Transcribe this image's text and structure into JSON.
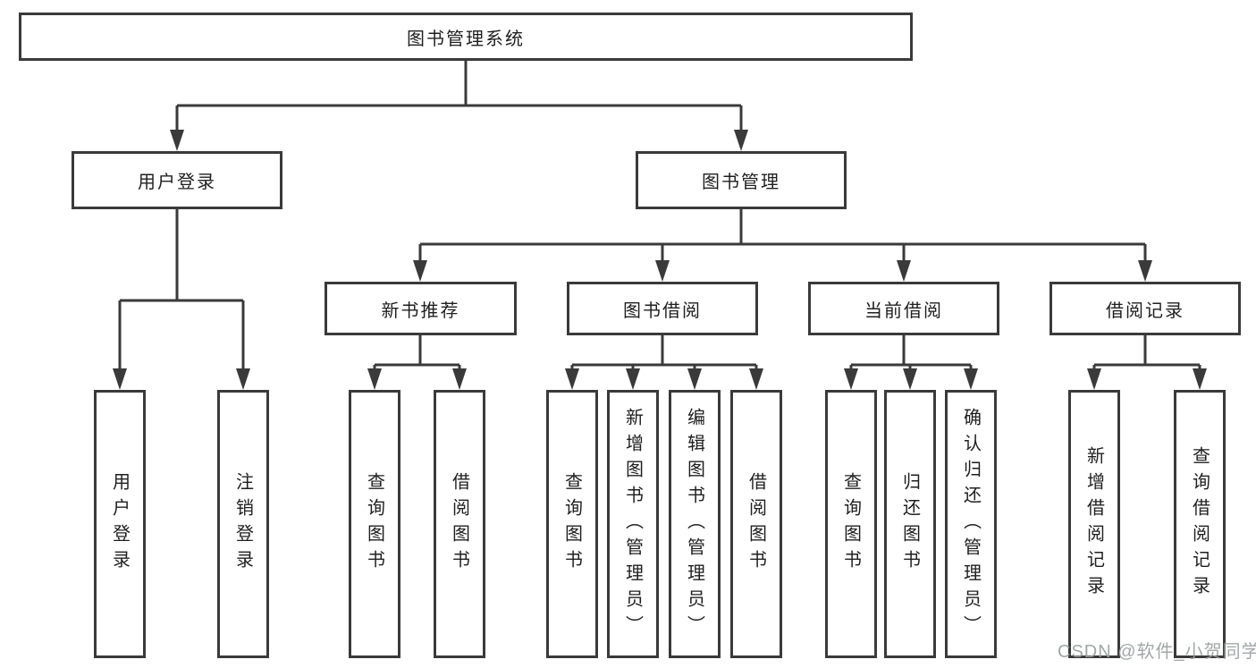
{
  "diagram": {
    "root": {
      "label": "图书管理系统"
    },
    "branches": [
      {
        "label": "用户登录",
        "children": [
          "用户登录",
          "注销登录"
        ]
      },
      {
        "label": "图书管理"
      }
    ],
    "modules": [
      {
        "label": "新书推荐",
        "children": [
          "查询图书",
          "借阅图书"
        ]
      },
      {
        "label": "图书借阅",
        "children": [
          "查询图书",
          "新增图书（管理员）",
          "编辑图书（管理员）",
          "借阅图书"
        ]
      },
      {
        "label": "当前借阅",
        "children": [
          "查询图书",
          "归还图书",
          "确认归还（管理员）"
        ]
      },
      {
        "label": "借阅记录",
        "children": [
          "新增借阅记录",
          "查询借阅记录"
        ]
      }
    ],
    "colors": {
      "line": "#3a3a3a",
      "box_border": "#3a3a3a",
      "box_background": "#ffffff",
      "text": "#1f1f1f"
    }
  },
  "watermark": {
    "text": "CSDN @软件_小贺同学",
    "color": "#9aa0a0"
  }
}
